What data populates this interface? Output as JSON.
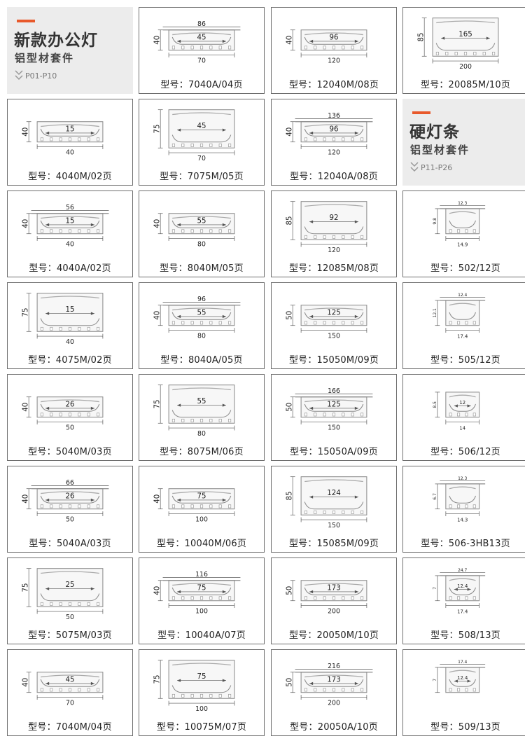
{
  "panels": [
    {
      "title": "新款办公灯",
      "subtitle": "铝型材套件",
      "range": "P01-P10"
    },
    {
      "title": "硬灯条",
      "subtitle": "铝型材套件",
      "range": "P11-P26"
    }
  ],
  "model_label": "型号：",
  "items": [
    {
      "model": "7040A/04页",
      "top": "86",
      "inner": "45",
      "bottom": "70",
      "side": "40"
    },
    {
      "model": "12040M/08页",
      "top": "",
      "inner": "96",
      "bottom": "120",
      "side": "40"
    },
    {
      "model": "20085M/10页",
      "top": "",
      "inner": "165",
      "bottom": "200",
      "side": "85"
    },
    {
      "model": "4040M/02页",
      "top": "",
      "inner": "15",
      "bottom": "40",
      "side": "40"
    },
    {
      "model": "7075M/05页",
      "top": "",
      "inner": "45",
      "bottom": "70",
      "side": "75"
    },
    {
      "model": "12040A/08页",
      "top": "136",
      "inner": "96",
      "bottom": "120",
      "side": "40"
    },
    {
      "model": "4040A/02页",
      "top": "56",
      "inner": "15",
      "bottom": "40",
      "side": "40"
    },
    {
      "model": "8040M/05页",
      "top": "",
      "inner": "55",
      "bottom": "80",
      "side": "40"
    },
    {
      "model": "12085M/08页",
      "top": "",
      "inner": "92",
      "bottom": "120",
      "side": "85"
    },
    {
      "model": "502/12页",
      "top": "12.3",
      "inner": "",
      "bottom": "14.9",
      "side": "9.8"
    },
    {
      "model": "4075M/02页",
      "top": "",
      "inner": "15",
      "bottom": "40",
      "side": "75"
    },
    {
      "model": "8040A/05页",
      "top": "96",
      "inner": "55",
      "bottom": "80",
      "side": "40"
    },
    {
      "model": "15050M/09页",
      "top": "",
      "inner": "125",
      "bottom": "150",
      "side": "50"
    },
    {
      "model": "505/12页",
      "top": "12.4",
      "inner": "",
      "bottom": "17.4",
      "side": "12.1"
    },
    {
      "model": "5040M/03页",
      "top": "",
      "inner": "26",
      "bottom": "50",
      "side": "40"
    },
    {
      "model": "8075M/06页",
      "top": "",
      "inner": "55",
      "bottom": "80",
      "side": "75"
    },
    {
      "model": "15050A/09页",
      "top": "166",
      "inner": "125",
      "bottom": "150",
      "side": "50"
    },
    {
      "model": "506/12页",
      "top": "",
      "inner": "12",
      "bottom": "14",
      "side": "8.5"
    },
    {
      "model": "5040A/03页",
      "top": "66",
      "inner": "26",
      "bottom": "50",
      "side": "40"
    },
    {
      "model": "10040M/06页",
      "top": "",
      "inner": "75",
      "bottom": "100",
      "side": "40"
    },
    {
      "model": "15085M/09页",
      "top": "",
      "inner": "124",
      "bottom": "150",
      "side": "85"
    },
    {
      "model": "506-3HB13页",
      "top": "12.3",
      "inner": "",
      "bottom": "14.3",
      "side": "6.7"
    },
    {
      "model": "5075M/03页",
      "top": "",
      "inner": "25",
      "bottom": "50",
      "side": "75"
    },
    {
      "model": "10040A/07页",
      "top": "116",
      "inner": "75",
      "bottom": "100",
      "side": "40"
    },
    {
      "model": "20050M/10页",
      "top": "",
      "inner": "173",
      "bottom": "200",
      "side": "50"
    },
    {
      "model": "508/13页",
      "top": "24.7",
      "inner": "12.4",
      "bottom": "17.4",
      "side": "7"
    },
    {
      "model": "7040M/04页",
      "top": "",
      "inner": "45",
      "bottom": "70",
      "side": "40"
    },
    {
      "model": "10075M/07页",
      "top": "",
      "inner": "75",
      "bottom": "100",
      "side": "75"
    },
    {
      "model": "20050A/10页",
      "top": "216",
      "inner": "173",
      "bottom": "200",
      "side": "50"
    },
    {
      "model": "509/13页",
      "top": "17.4",
      "inner": "12.4",
      "bottom": "",
      "side": "7"
    }
  ]
}
